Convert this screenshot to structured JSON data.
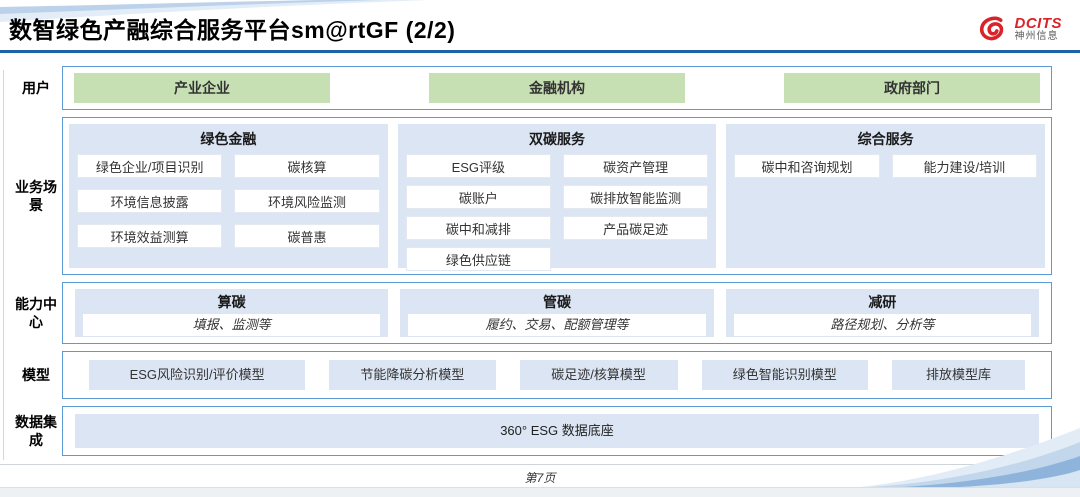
{
  "slide": {
    "title": "数智绿色产融综合服务平台sm@rtGF (2/2)",
    "logo": {
      "brand": "DCITS",
      "company": "神州信息"
    },
    "page_number": "第7页"
  },
  "users": {
    "label": "用户",
    "items": [
      "产业企业",
      "金融机构",
      "政府部门"
    ]
  },
  "scenarios": {
    "label": "业务场景",
    "columns": [
      {
        "title": "绿色金融",
        "items": [
          "绿色企业/项目识别",
          "碳核算",
          "环境信息披露",
          "环境风险监测",
          "环境效益测算",
          "碳普惠"
        ]
      },
      {
        "title": "双碳服务",
        "items": [
          "ESG评级",
          "碳资产管理",
          "碳账户",
          "碳排放智能监测",
          "碳中和减排",
          "产品碳足迹",
          "绿色供应链"
        ]
      },
      {
        "title": "综合服务",
        "items": [
          "碳中和咨询规划",
          "能力建设/培训"
        ]
      }
    ]
  },
  "capabilities": {
    "label": "能力中心",
    "items": [
      {
        "title": "算碳",
        "desc": "填报、监测等"
      },
      {
        "title": "管碳",
        "desc": "履约、交易、配额管理等"
      },
      {
        "title": "减研",
        "desc": "路径规划、分析等"
      }
    ]
  },
  "models": {
    "label": "模型",
    "items": [
      "ESG风险识别/评价模型",
      "节能降碳分析模型",
      "碳足迹/核算模型",
      "绿色智能识别模型",
      "排放模型库"
    ]
  },
  "data_layer": {
    "label": "数据集成",
    "item": "360° ESG 数据底座"
  },
  "colors": {
    "accent_blue": "#1c63a8",
    "box_border_blue": "#5b9bd5",
    "panel_blue": "#dbe5f3",
    "user_green": "#c6e0b4",
    "brand_red": "#d8232a"
  }
}
